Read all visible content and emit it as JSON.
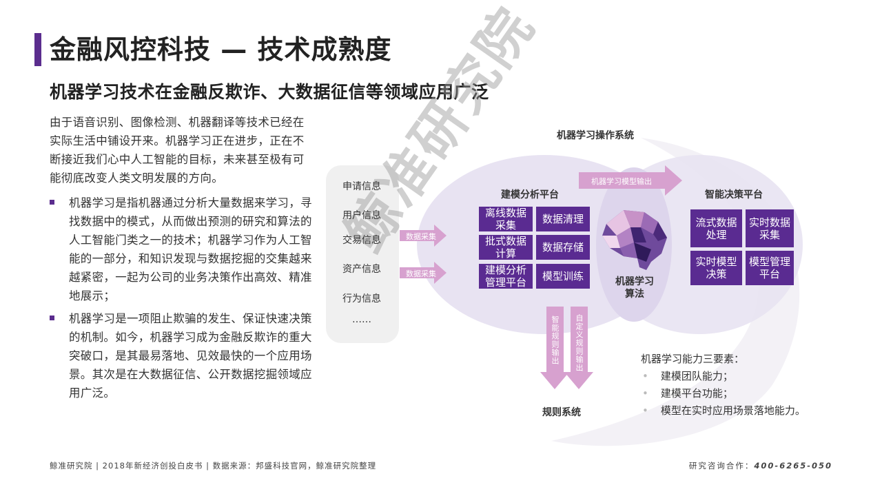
{
  "header": {
    "title": "金融风控科技 — 技术成熟度",
    "subtitle": "机器学习技术在金融反欺诈、大数据征信等领域应用广泛"
  },
  "left": {
    "intro": "由于语音识别、图像检测、机器翻译等技术已经在实际生活中铺设开来。机器学习正在进步，正在不断接近我们心中人工智能的目标，未来甚至极有可能彻底改变人类文明发展的方向。",
    "bullets": [
      "机器学习是指机器通过分析大量数据来学习，寻找数据中的模式，从而做出预测的研究和算法的人工智能门类之一的技术；机器学习作为人工智能的一部分，和知识发现与数据挖掘的交集越来越紧密，一起为公司的业务决策作出高效、精准地展示；",
      "机器学习是一项阻止欺骗的发生、保证快速决策的机制。如今，机器学习成为金融反欺诈的重大突破口，是其最易落地、见效最快的一个应用场景。其次是在大数据征信、公开数据挖掘领域应用广泛。"
    ]
  },
  "diagram": {
    "system_title": "机器学习操作系统",
    "inputs": [
      "申请信息",
      "用户信息",
      "交易信息",
      "资产信息",
      "行为信息",
      "……"
    ],
    "arrow_collect_1": "数据采集",
    "arrow_collect_2": "数据采集",
    "arrow_model_output": "机器学习模型输出",
    "arrow_down_1": "智能规则输出",
    "arrow_down_2": "自定义规则输出",
    "platform_left": {
      "title": "建模分析平台",
      "boxes": [
        "离线数据采集",
        "数据清理",
        "批式数据计算",
        "数据存储",
        "建模分析管理平台",
        "模型训练"
      ]
    },
    "center": {
      "title_line1": "机器学习",
      "title_line2": "算法"
    },
    "platform_right": {
      "title": "智能决策平台",
      "boxes": [
        "流式数据处理",
        "实时数据采集",
        "实时模型决策",
        "模型管理平台"
      ]
    },
    "rules_system": "规则系统",
    "watermark": "鲸准研究院",
    "requirements": {
      "title": "机器学习能力三要素：",
      "items": [
        "建模团队能力；",
        "建模平台功能；",
        "模型在实时应用场景落地能力。"
      ]
    },
    "colors": {
      "accent": "#5b2d8e",
      "box": "#5a2b91",
      "arrow": "#d7a1cf",
      "circle": "#e9e4f3"
    }
  },
  "footer": {
    "left": "鲸准研究院 | 2018年新经济创投白皮书 | 数据来源：邦盛科技官网，鲸准研究院整理",
    "right_label": "研究咨询合作：",
    "right_phone": "400-6265-050"
  }
}
